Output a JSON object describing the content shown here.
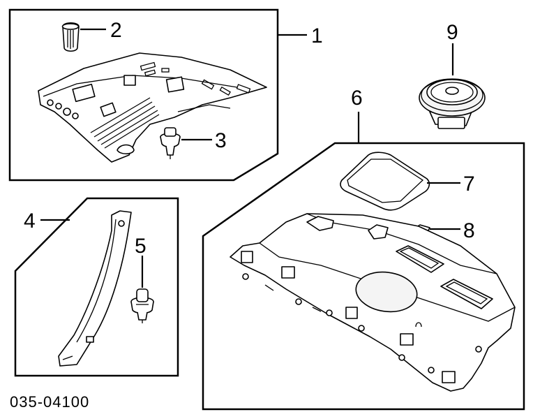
{
  "callouts": {
    "c1": "1",
    "c2": "2",
    "c3": "3",
    "c4": "4",
    "c5": "5",
    "c6": "6",
    "c7": "7",
    "c8": "8",
    "c9": "9"
  },
  "diagram_code": "035-04100"
}
